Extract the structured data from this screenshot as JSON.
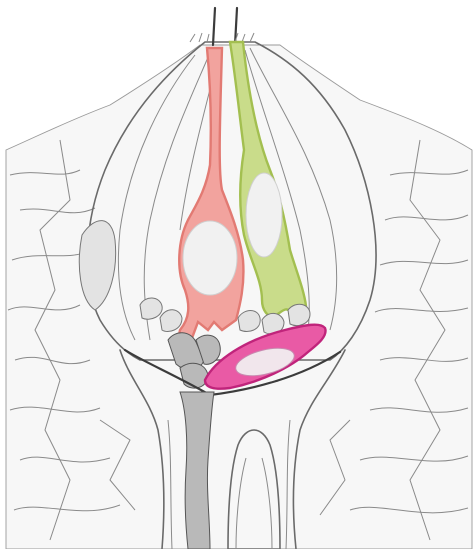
{
  "figure": {
    "colors": {
      "background": "#ffffff",
      "tissue_fill": "#f7f7f7",
      "outline": "#6a6a6a",
      "pink_cell_fill": "#f2a39e",
      "pink_cell_stroke": "#e27a73",
      "green_cell_fill": "#c9dc8a",
      "green_cell_stroke": "#a3bf50",
      "magenta_cell_fill": "#e95aa5",
      "magenta_cell_stroke": "#c0247b",
      "nucleus_fill": "#f1f1f1"
    },
    "highlighted_cells": [
      "pink",
      "green",
      "magenta"
    ]
  }
}
